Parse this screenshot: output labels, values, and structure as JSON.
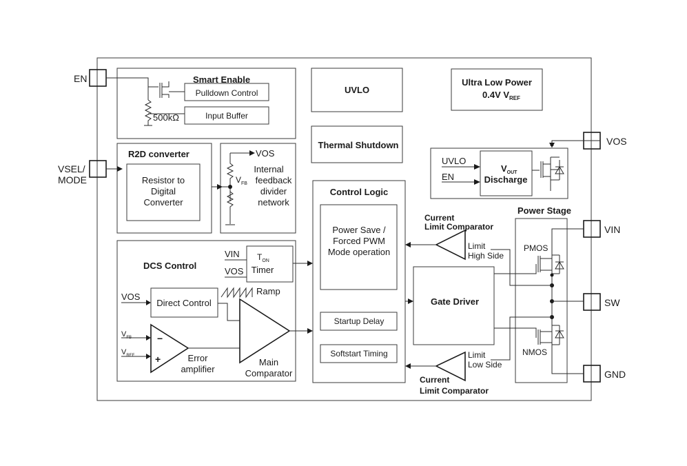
{
  "pins": {
    "en": "EN",
    "vsel_mode_1": "VSEL/",
    "vsel_mode_2": "MODE",
    "vos": "VOS",
    "vin": "VIN",
    "sw": "SW",
    "gnd": "GND"
  },
  "smart_enable": {
    "title": "Smart Enable",
    "pulldown": "Pulldown Control",
    "input_buffer": "Input Buffer",
    "resistor": "500kΩ"
  },
  "uvlo_block": "UVLO",
  "thermal": "Thermal Shutdown",
  "ulp": {
    "line1": "Ultra Low Power",
    "line2_prefix": "0.4V V",
    "line2_sub": "REF"
  },
  "r2d": {
    "title": "R2D converter",
    "line1": "Resistor to",
    "line2": "Digital",
    "line3": "Converter"
  },
  "divider": {
    "vos": "VOS",
    "vfb_prefix": "V",
    "vfb_sub": "FB",
    "line1": "Internal",
    "line2": "feedback",
    "line3": "divider",
    "line4": "network"
  },
  "vout_discharge": {
    "uvlo": "UVLO",
    "en": "EN",
    "v_prefix": "V",
    "v_sub": "OUT",
    "line2": "Discharge"
  },
  "control_logic": {
    "title": "Control Logic",
    "ps1": "Power Save /",
    "ps2": "Forced PWM",
    "ps3": "Mode operation",
    "startup": "Startup Delay",
    "softstart": "Softstart Timing"
  },
  "dcs": {
    "title": "DCS Control",
    "vin": "VIN",
    "vos": "VOS",
    "ton_prefix": "T",
    "ton_sub": "ON",
    "timer": "Timer",
    "ramp": "Ramp",
    "vos_in": "VOS",
    "direct_control": "Direct Control",
    "vfb_prefix": "V",
    "vfb_sub": "FB",
    "vref_prefix": "V",
    "vref_sub": "REF",
    "error1": "Error",
    "error2": "amplifier",
    "main1": "Main",
    "main2": "Comparator"
  },
  "gate_driver": "Gate Driver",
  "current_limit_top": {
    "line1": "Current",
    "line2": "Limit Comparator",
    "limit": "Limit",
    "side": "High Side"
  },
  "current_limit_bottom": {
    "line1": "Current",
    "line2": "Limit Comparator",
    "limit": "Limit",
    "side": "Low Side"
  },
  "power_stage": {
    "title": "Power Stage",
    "pmos": "PMOS",
    "nmos": "NMOS"
  }
}
